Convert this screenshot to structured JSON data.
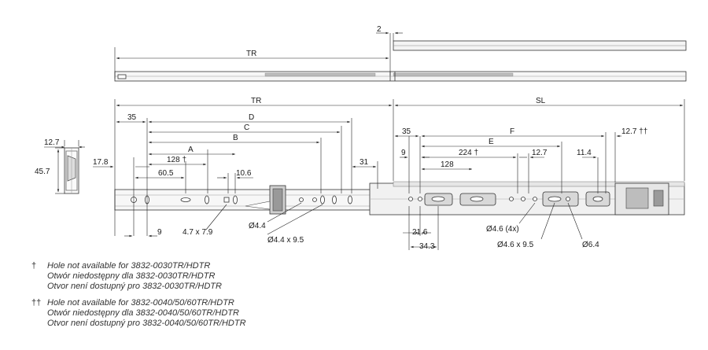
{
  "top_view": {
    "tr_label": "TR",
    "gap_label": "2"
  },
  "front_view": {
    "tr_label": "TR",
    "sl_label": "SL",
    "dims": {
      "d35_left": "35",
      "d_label": "D",
      "c_label": "C",
      "b_label": "B",
      "a_label": "A",
      "d128_dagger": "128 †",
      "d60_5": "60.5",
      "d10_6": "10.6",
      "d17_8": "17.8",
      "d31": "31",
      "d9_bottom": "9",
      "d4_7x7_9": "4.7 x 7.9",
      "d4_4": "Ø4.4",
      "d4_4x9_5": "Ø4.4 x 9.5",
      "d35_right": "35",
      "f_label": "F",
      "e_label": "E",
      "d224_dagger": "224 †",
      "d128_right": "128",
      "d12_7_mid": "12.7",
      "d11_4": "11.4",
      "d12_7_dd": "12.7 ††",
      "d9_right": "9",
      "d21_6": "21.6",
      "d34_3": "34.3",
      "d4_6x4": "Ø4.6 (4x)",
      "d4_6x9_5": "Ø4.6 x 9.5",
      "d6_4": "Ø6.4"
    }
  },
  "side_view": {
    "width_label": "12.7",
    "height_label": "45.7"
  },
  "notes": [
    {
      "symbol": "†",
      "lines": [
        "Hole not available for 3832-0030TR/HDTR",
        "Otwór niedostępny dla 3832-0030TR/HDTR",
        "Otvor není dostupný pro 3832-0030TR/HDTR"
      ]
    },
    {
      "symbol": "††",
      "lines": [
        "Hole not available for 3832-0040/50/60TR/HDTR",
        "Otwór niedostępny dla 3832-0040/50/60TR/HDTR",
        "Otvor není dostupný pro 3832-0040/50/60TR/HDTR"
      ]
    }
  ]
}
